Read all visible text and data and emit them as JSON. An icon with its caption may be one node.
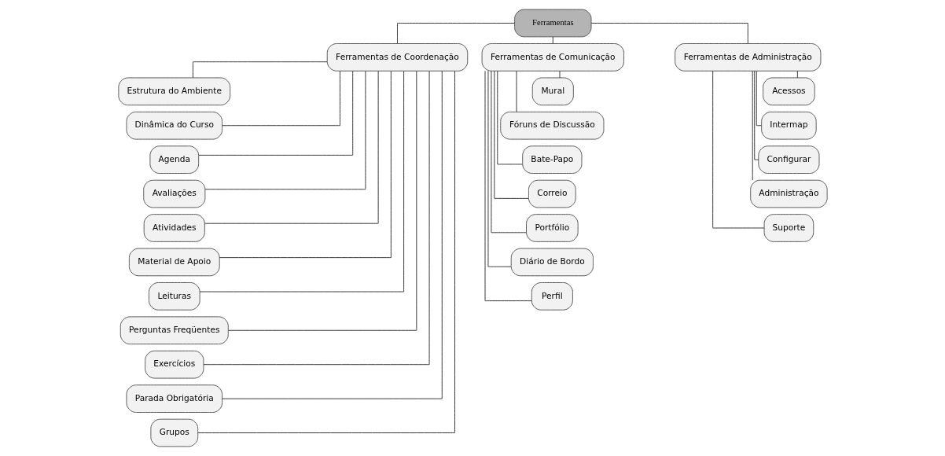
{
  "diagram": {
    "nodes": [
      {
        "text": [
          "Ferramentas"
        ]
      },
      {
        "text": [
          "Ferramentas de Coordenação"
        ]
      },
      {
        "text": [
          "Ferramentas de Comunicação"
        ]
      },
      {
        "text": [
          "Ferramentas de Administração"
        ]
      },
      {
        "text": [
          "Estrutura do Ambiente"
        ]
      },
      {
        "text": [
          "Dinâmica do Curso"
        ]
      },
      {
        "text": [
          "Agenda"
        ]
      },
      {
        "text": [
          "Avaliações"
        ]
      },
      {
        "text": [
          "Atividades"
        ]
      },
      {
        "text": [
          "Material de Apoio"
        ]
      },
      {
        "text": [
          "Leituras"
        ]
      },
      {
        "text": [
          "Perguntas Freqüentes"
        ]
      },
      {
        "text": [
          "Exercícios"
        ]
      },
      {
        "text": [
          "Parada Obrigatória"
        ]
      },
      {
        "text": [
          "Grupos"
        ]
      },
      {
        "text": [
          "Mural"
        ]
      },
      {
        "text": [
          "Fóruns de Discussão"
        ]
      },
      {
        "text": [
          "Bate-Papo"
        ]
      },
      {
        "text": [
          "Correio"
        ]
      },
      {
        "text": [
          "Portfólio"
        ]
      },
      {
        "text": [
          "Diário de Bordo"
        ]
      },
      {
        "text": [
          "Perfil"
        ]
      },
      {
        "text": [
          "Acessos"
        ]
      },
      {
        "text": [
          "Intermap"
        ]
      },
      {
        "text": [
          "Configurar"
        ]
      },
      {
        "text": [
          "Administração"
        ]
      },
      {
        "text": [
          "Suporte"
        ]
      }
    ],
    "edges": [
      {
        "from": 0,
        "to": 1,
        "arrow": "none"
      },
      {
        "from": 0,
        "to": 2,
        "arrow": "none"
      },
      {
        "from": 0,
        "to": 3,
        "arrow": "none"
      },
      {
        "from": 1,
        "to": 4,
        "arrow": "none"
      },
      {
        "from": 1,
        "to": 5,
        "arrow": "none"
      },
      {
        "from": 1,
        "to": 6,
        "arrow": "none"
      },
      {
        "from": 1,
        "to": 7,
        "arrow": "none"
      },
      {
        "from": 1,
        "to": 8,
        "arrow": "none"
      },
      {
        "from": 1,
        "to": 9,
        "arrow": "none"
      },
      {
        "from": 1,
        "to": 10,
        "arrow": "none"
      },
      {
        "from": 1,
        "to": 11,
        "arrow": "none"
      },
      {
        "from": 1,
        "to": 12,
        "arrow": "none"
      },
      {
        "from": 1,
        "to": 13,
        "arrow": "none"
      },
      {
        "from": 1,
        "to": 14,
        "arrow": "none"
      },
      {
        "from": 2,
        "to": 15,
        "arrow": "none"
      },
      {
        "from": 2,
        "to": 16,
        "arrow": "none"
      },
      {
        "from": 2,
        "to": 17,
        "arrow": "none"
      },
      {
        "from": 2,
        "to": 18,
        "arrow": "none"
      },
      {
        "from": 2,
        "to": 19,
        "arrow": "none"
      },
      {
        "from": 2,
        "to": 20,
        "arrow": "none"
      },
      {
        "from": 2,
        "to": 21,
        "arrow": "none"
      },
      {
        "from": 3,
        "to": 22,
        "arrow": "none"
      },
      {
        "from": 3,
        "to": 23,
        "arrow": "none"
      },
      {
        "from": 3,
        "to": 24,
        "arrow": "none"
      },
      {
        "from": 3,
        "to": 25,
        "arrow": "none"
      },
      {
        "from": 3,
        "to": 26,
        "arrow": "none"
      }
    ]
  }
}
